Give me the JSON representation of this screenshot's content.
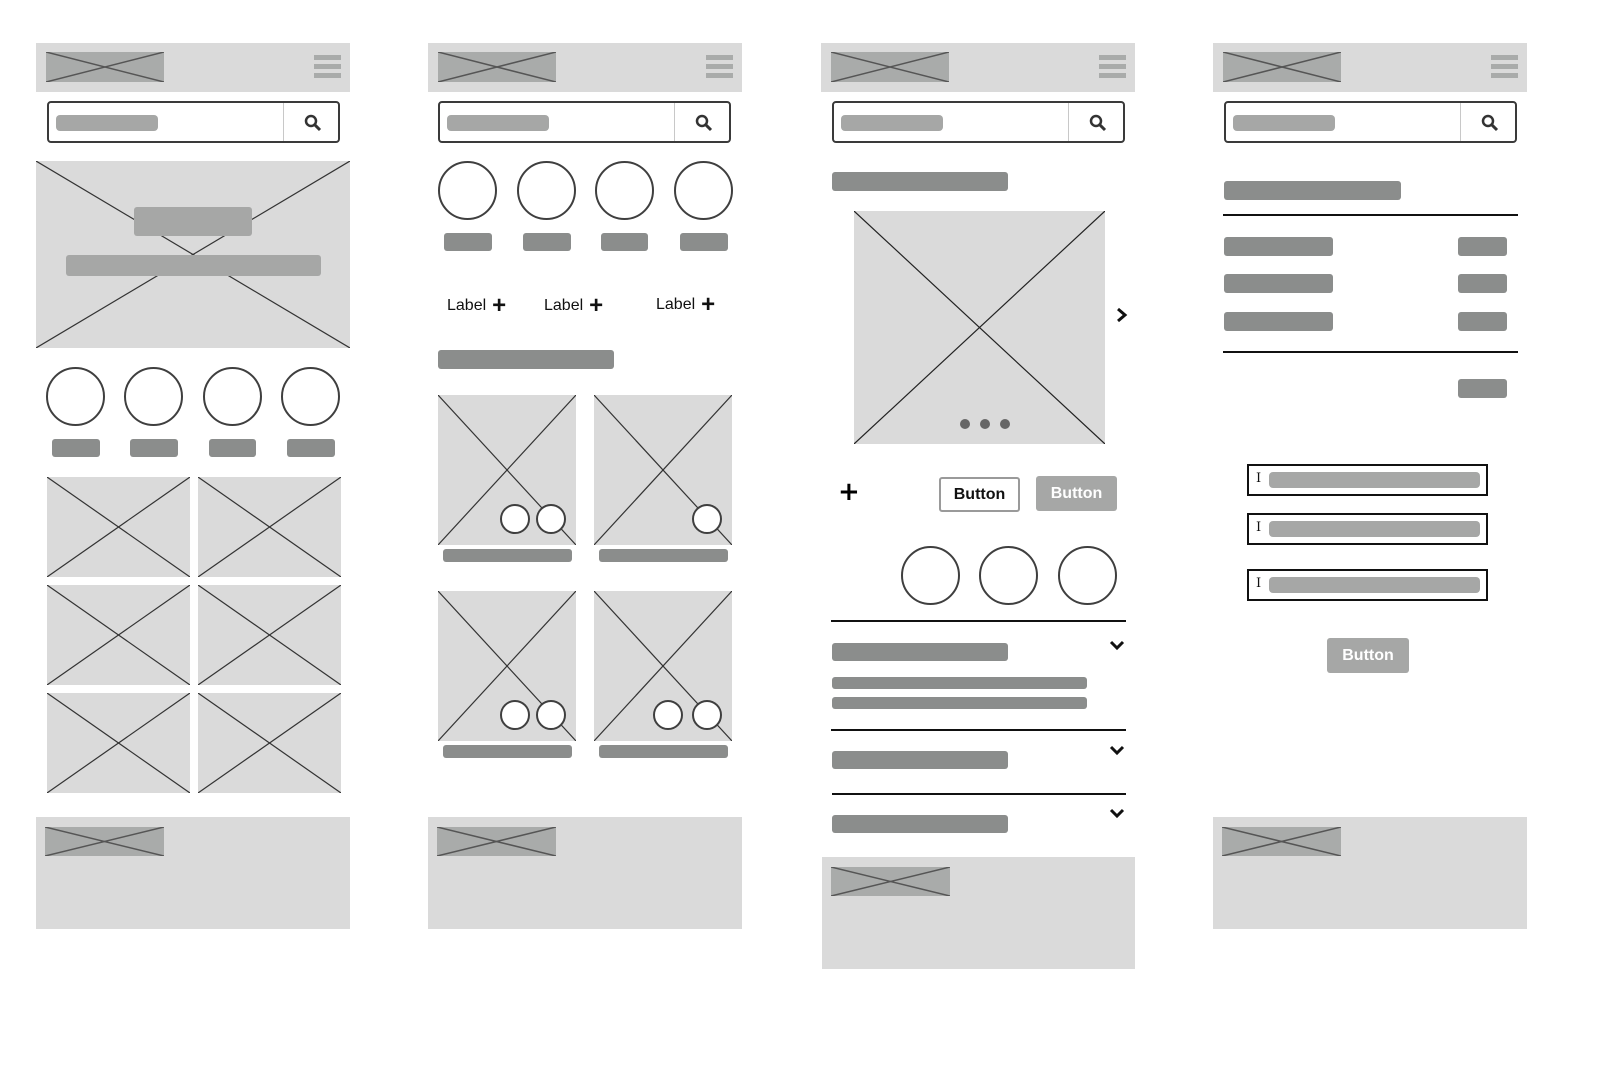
{
  "diagram": {
    "type": "mobile-wireframes",
    "screen_count": 4,
    "colors": {
      "placeholder_fill": "#dadada",
      "logo_fill": "#a9abaa",
      "text_bar": "#8b8d8c",
      "light_bar": "#a6a7a6",
      "stroke": "#3f3f3f",
      "background": "#ffffff"
    }
  },
  "screens": [
    {
      "name": "home",
      "header": {
        "logo_icon": "image-placeholder-icon",
        "menu_icon": "hamburger-menu-icon"
      },
      "search": {
        "icon": "search-icon"
      },
      "hero": {
        "icon": "image-placeholder-icon"
      },
      "category_count": 4,
      "grid_count": 6,
      "footer": {
        "logo_icon": "image-placeholder-icon"
      }
    },
    {
      "name": "catalog",
      "header": {
        "logo_icon": "image-placeholder-icon",
        "menu_icon": "hamburger-menu-icon"
      },
      "search": {
        "icon": "search-icon"
      },
      "category_count": 4,
      "filters": [
        {
          "label": "Label",
          "icon": "plus-icon"
        },
        {
          "label": "Label",
          "icon": "plus-icon"
        },
        {
          "label": "Label",
          "icon": "plus-icon"
        }
      ],
      "product_count": 4,
      "footer": {
        "logo_icon": "image-placeholder-icon"
      }
    },
    {
      "name": "product-detail",
      "header": {
        "logo_icon": "image-placeholder-icon",
        "menu_icon": "hamburger-menu-icon"
      },
      "search": {
        "icon": "search-icon"
      },
      "gallery": {
        "next_icon": "chevron-right-icon",
        "pagination_dots": 3
      },
      "actions": {
        "add_icon": "plus-icon",
        "secondary_button": "Button",
        "primary_button": "Button"
      },
      "swatch_count": 3,
      "accordion": [
        {
          "expanded": true,
          "icon": "chevron-down-icon"
        },
        {
          "expanded": false,
          "icon": "chevron-down-icon"
        },
        {
          "expanded": false,
          "icon": "chevron-down-icon"
        }
      ],
      "footer": {
        "logo_icon": "image-placeholder-icon"
      }
    },
    {
      "name": "checkout",
      "header": {
        "logo_icon": "image-placeholder-icon",
        "menu_icon": "hamburger-menu-icon"
      },
      "search": {
        "icon": "search-icon"
      },
      "summary_rows": 3,
      "form_fields": [
        {
          "icon": "text-cursor-icon"
        },
        {
          "icon": "text-cursor-icon"
        },
        {
          "icon": "text-cursor-icon"
        }
      ],
      "submit_button": "Button",
      "footer": {
        "logo_icon": "image-placeholder-icon"
      }
    }
  ]
}
